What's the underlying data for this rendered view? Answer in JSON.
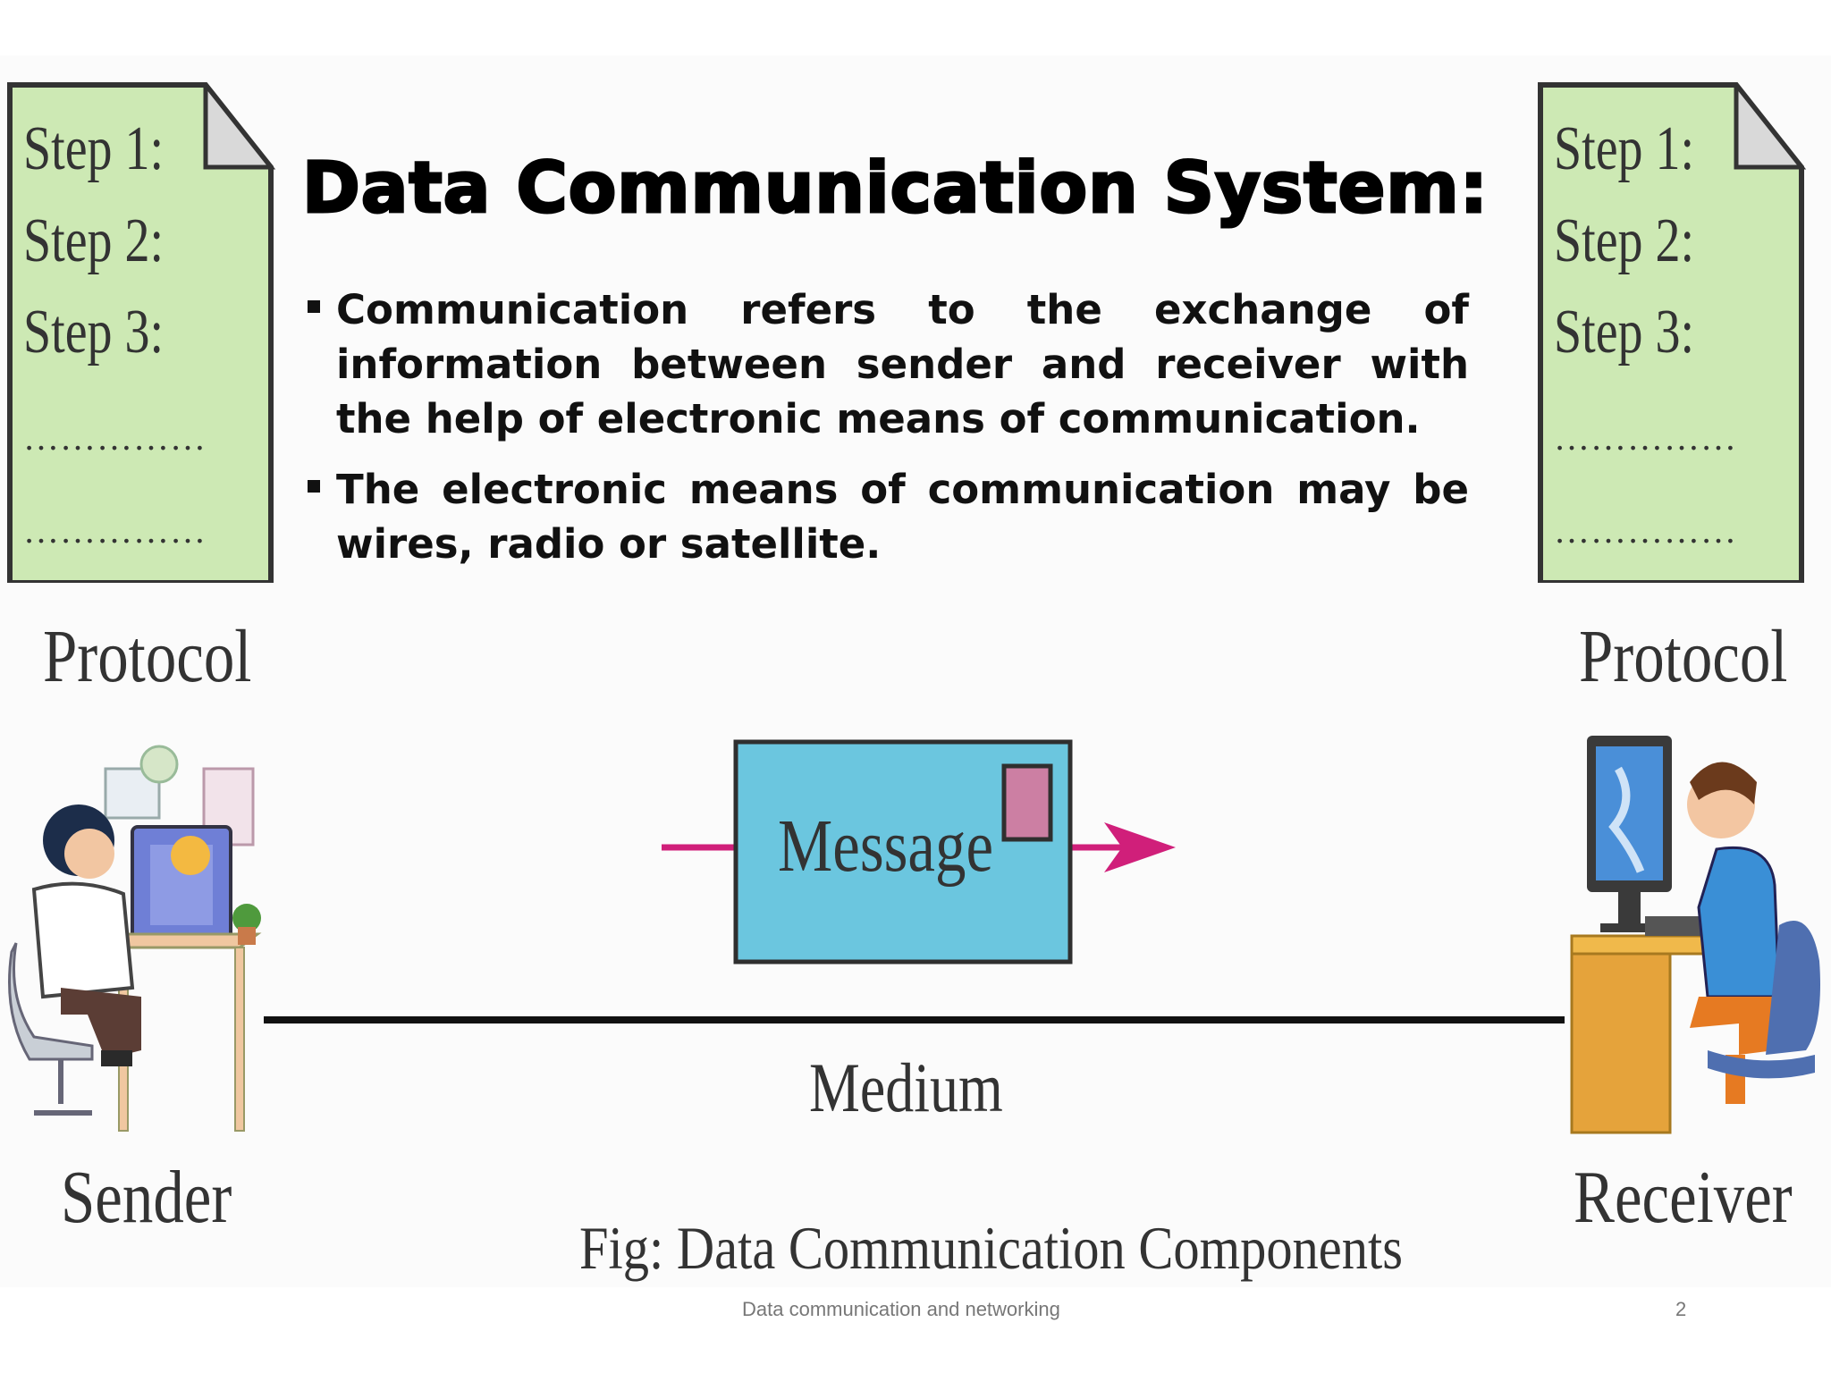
{
  "slide": {
    "title": "Data Communication System:",
    "bullets": [
      "Communication refers to the exchange of information between sender and receiver with the help of electronic means of communication.",
      "The electronic means of communication may be wires, radio or satellite."
    ]
  },
  "figure": {
    "protocol_doc": {
      "steps": [
        "Step 1:",
        "Step 2:",
        "Step 3:"
      ],
      "dots": "……………",
      "label": "Protocol"
    },
    "sender_label": "Sender",
    "receiver_label": "Receiver",
    "message_label": "Message",
    "medium_label": "Medium",
    "caption": "Fig: Data Communication Components"
  },
  "footer": {
    "text": "Data communication and networking",
    "page_number": "2"
  },
  "colors": {
    "doc_fill": "#cde9b4",
    "message_fill": "#6bc6df",
    "stamp_fill": "#cc7fa3",
    "arrow": "#d01f7a"
  }
}
